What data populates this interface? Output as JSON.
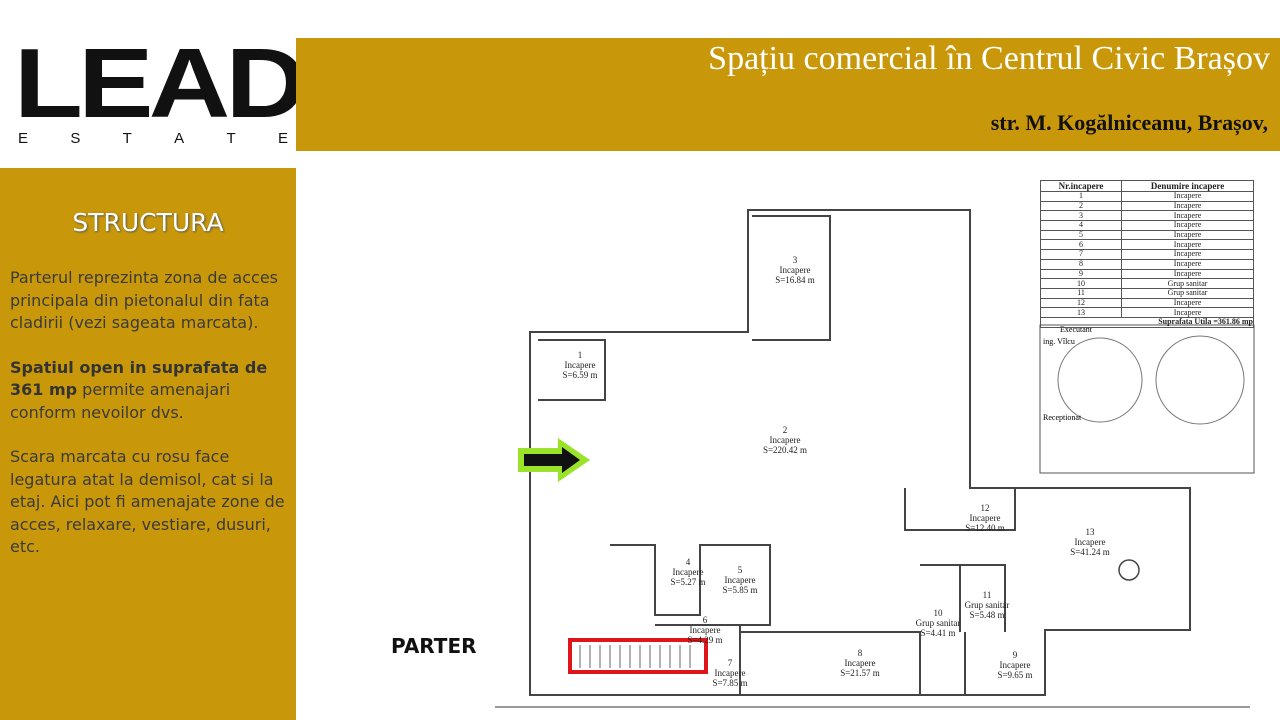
{
  "logo": {
    "word": "LEAD",
    "sub": [
      "E",
      "S",
      "T",
      "A",
      "T",
      "E"
    ]
  },
  "header": {
    "title": "Spațiu comercial în Centrul Civic Brașov",
    "address": "str. M. Kogălniceanu, Brașov,"
  },
  "sidebar": {
    "heading": "STRUCTURA",
    "p1": "Parterul reprezinta zona de acces principala din pietonalul din fata cladirii (vezi sageata marcata).",
    "p2_bold": "Spatiul open in suprafata de 361 mp",
    "p2_rest": " permite amenajari conform nevoilor dvs.",
    "p3": "Scara marcata cu rosu face legatura atat la demisol, cat si la etaj. Aici pot fi amenajate zone de acces, relaxare, vestiare, dusuri, etc."
  },
  "plan": {
    "label": "PARTER",
    "accent_arrow": "#9BE22B",
    "stair_highlight": "#E0141B",
    "rooms": [
      {
        "n": "1",
        "name": "Incapere",
        "area": "S=6.59 m"
      },
      {
        "n": "2",
        "name": "Incapere",
        "area": "S=220.42 m"
      },
      {
        "n": "3",
        "name": "Incapere",
        "area": "S=16.84 m"
      },
      {
        "n": "4",
        "name": "Incapere",
        "area": "S=5.27 m"
      },
      {
        "n": "5",
        "name": "Incapere",
        "area": "S=5.85 m"
      },
      {
        "n": "6",
        "name": "Incapere",
        "area": "S=4.29 m"
      },
      {
        "n": "7",
        "name": "Incapere",
        "area": "S=7.85 m"
      },
      {
        "n": "8",
        "name": "Incapere",
        "area": "S=21.57 m"
      },
      {
        "n": "9",
        "name": "Incapere",
        "area": "S=9.65 m"
      },
      {
        "n": "10",
        "name": "Grup sanitar",
        "area": "S=4.41 m"
      },
      {
        "n": "11",
        "name": "Grup sanitar",
        "area": "S=5.48 m"
      },
      {
        "n": "12",
        "name": "Incapere",
        "area": "S=12.40 m"
      },
      {
        "n": "13",
        "name": "Incapere",
        "area": "S=41.24 m"
      }
    ],
    "table": {
      "headers": [
        "Nr.incapere",
        "Denumire incapere"
      ],
      "rows": [
        [
          "1",
          "Incapere"
        ],
        [
          "2",
          "Incapere"
        ],
        [
          "3",
          "Incapere"
        ],
        [
          "4",
          "Incapere"
        ],
        [
          "5",
          "Incapere"
        ],
        [
          "6",
          "Incapere"
        ],
        [
          "7",
          "Incapere"
        ],
        [
          "8",
          "Incapere"
        ],
        [
          "9",
          "Incapere"
        ],
        [
          "10",
          "Grup sanitar"
        ],
        [
          "11",
          "Grup sanitar"
        ],
        [
          "12",
          "Incapere"
        ],
        [
          "13",
          "Incapere"
        ]
      ],
      "total": "Suprafata Utila =361.86 mp",
      "executant": "Executant",
      "engineer": "ing. Vîlcu",
      "reception": "Receptionat"
    }
  }
}
